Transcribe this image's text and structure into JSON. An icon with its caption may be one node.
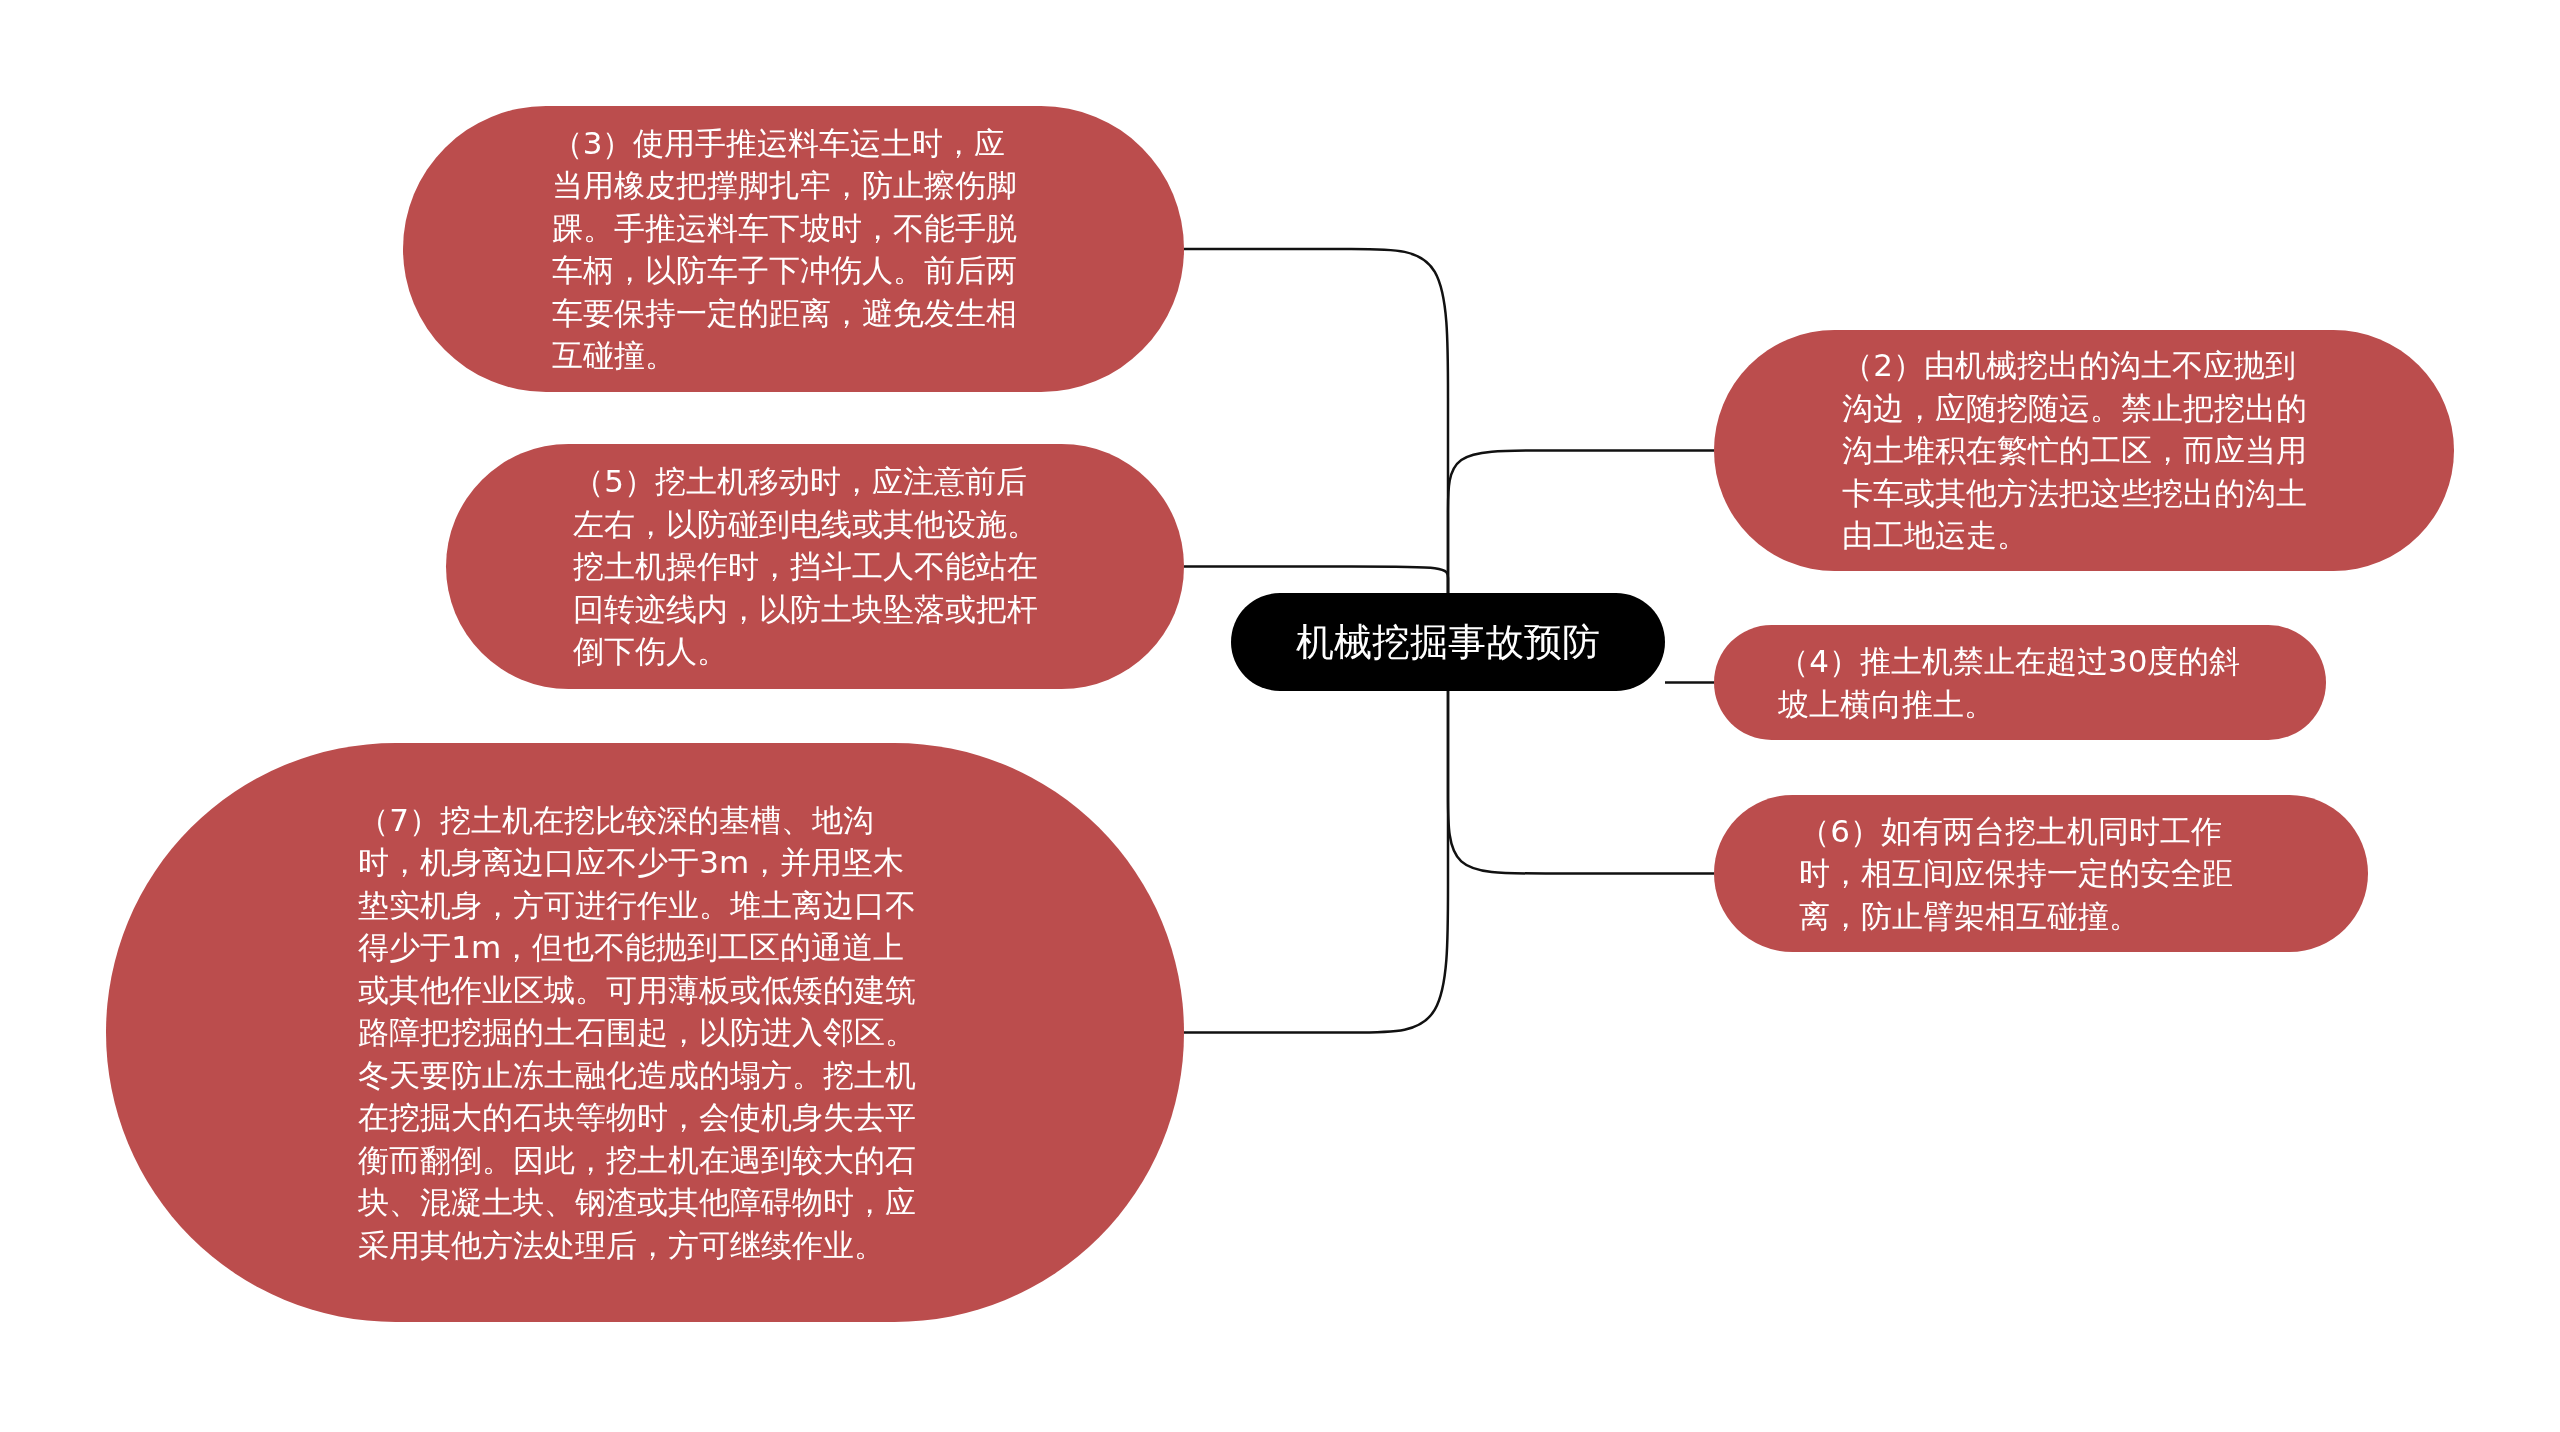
{
  "diagram": {
    "nodes": [
      {
        "text": [
          "机械挖掘事故预防"
        ]
      },
      {
        "text": [
          "（3）使用手推运料车运土时，应当用橡皮把撑脚扎牢，防止擦伤脚踝。手推运料车下坡时，不能手脱车柄，以防车子下冲伤人。前后两车要保持一定的距离，避免发生相互碰撞。"
        ]
      },
      {
        "text": [
          "（2）由机械挖出的沟土不应抛到沟边，应随挖随运。禁止把挖出的沟土堆积在繁忙的工区，而应当用卡车或其他方法把这些挖出的沟土由工地运走。"
        ]
      },
      {
        "text": [
          "（5）挖土机移动时，应注意前后左右，以防碰到电线或其他设施。挖土机操作时，挡斗工人不能站在回转迹线内，以防土块坠落或把杆倒下伤人。"
        ]
      },
      {
        "text": [
          "（4）推土机禁止在超过30度的斜坡上横向推土。"
        ]
      },
      {
        "text": [
          "（6）如有两台挖土机同时工作时，相互间应保持一定的安全距离，防止臂架相互碰撞。"
        ]
      },
      {
        "text": [
          "（7）挖土机在挖比较深的基槽、地沟时，机身离边口应不少于3m，并用坚木垫实机身，方可进行作业。堆土离边口不得少于1m，但也不能抛到工区的通道上或其他作业区城。可用薄板或低矮的建筑路障把挖掘的土石围起，以防进入邻区。冬天要防止冻土融化造成的塌方。挖土机在挖掘大的石块等物时，会使机身失去平衡而翻倒。因此，挖土机在遇到较大的石块、混凝土块、钢渣或其他障碍物时，应采用其他方法处理后，方可继续作业。"
        ]
      }
    ],
    "edges": [
      {
        "from": 0,
        "to": 1,
        "arrow": "none"
      },
      {
        "from": 0,
        "to": 2,
        "arrow": "none"
      },
      {
        "from": 0,
        "to": 3,
        "arrow": "none"
      },
      {
        "from": 0,
        "to": 4,
        "arrow": "none"
      },
      {
        "from": 0,
        "to": 5,
        "arrow": "none"
      },
      {
        "from": 0,
        "to": 6,
        "arrow": "none"
      }
    ]
  }
}
